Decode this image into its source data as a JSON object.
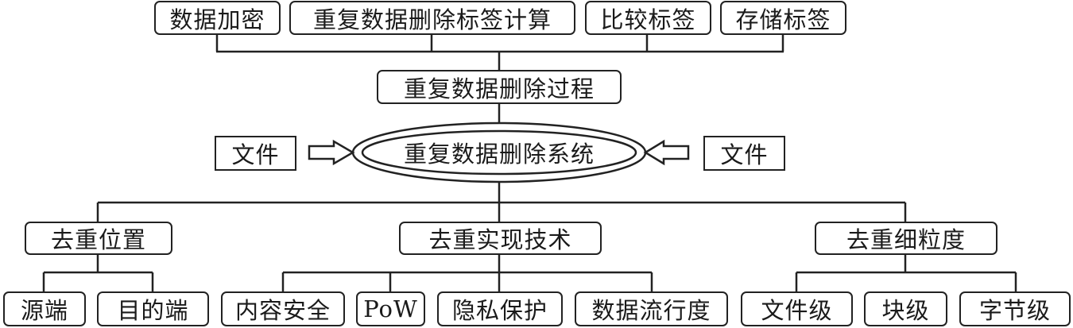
{
  "diagram": {
    "top_steps": [
      "数据加密",
      "重复数据删除标签计算",
      "比较标签",
      "存储标签"
    ],
    "process": "重复数据删除过程",
    "system": "重复数据删除系统",
    "input_left": "文件",
    "input_right": "文件",
    "categories": [
      {
        "label": "去重位置",
        "children": [
          "源端",
          "目的端"
        ]
      },
      {
        "label": "去重实现技术",
        "children": [
          "内容安全",
          "PoW",
          "隐私保护",
          "数据流行度"
        ]
      },
      {
        "label": "去重细粒度",
        "children": [
          "文件级",
          "块级",
          "字节级"
        ]
      }
    ]
  }
}
